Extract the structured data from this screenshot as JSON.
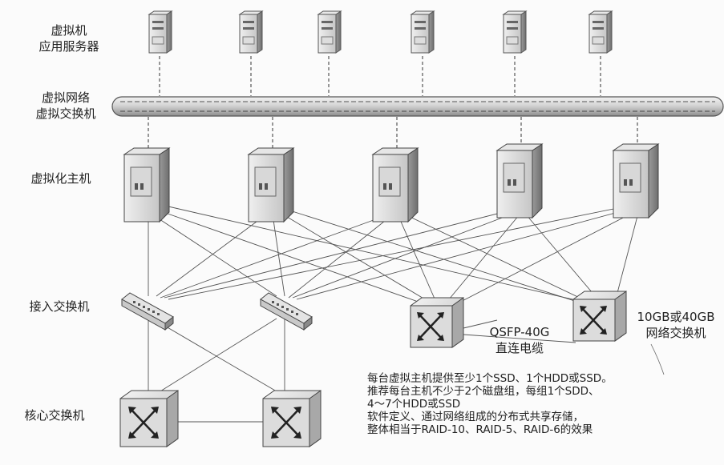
{
  "layers": {
    "vm_app_server_line1": "虚拟机",
    "vm_app_server_line2": "应用服务器",
    "vnet_line1": "虚拟网络",
    "vnet_line2": "虚拟交换机",
    "virt_host": "虚拟化主机",
    "access_switch": "接入交换机",
    "core_switch": "核心交换机"
  },
  "callouts": {
    "qsfp_line1": "QSFP-40G",
    "qsfp_line2": "直连电缆",
    "switch_line1": "10GB或40GB",
    "switch_line2": "网络交换机"
  },
  "notes": [
    "每台虚拟主机提供至少1个SSD、1个HDD或SSD。",
    "推荐每台主机不少于2个磁盘组，每组1个SDD、",
    "4～7个HDD或SSD",
    "软件定义、通过网络组成的分布式共享存储，",
    "整体相当于RAID-10、RAID-5、RAID-6的效果"
  ],
  "icons": {
    "vm_server": "vm-server-icon",
    "host_server": "host-server-icon",
    "access_switch": "access-switch-icon",
    "core_switch": "core-switch-icon"
  }
}
